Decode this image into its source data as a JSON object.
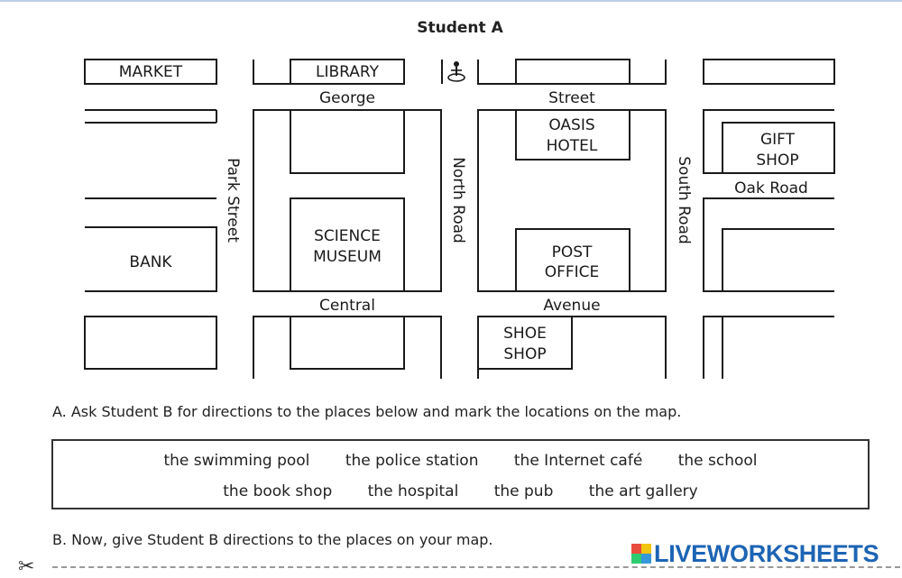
{
  "title": "Student A",
  "map": {
    "streets": {
      "george": "George",
      "street": "Street",
      "central": "Central",
      "avenue": "Avenue",
      "park_street": "Park Street",
      "north_road": "North Road",
      "south_road": "South Road",
      "oak_road": "Oak Road"
    },
    "places": {
      "market": "MARKET",
      "library": "LIBRARY",
      "oasis_line1": "OASIS",
      "oasis_line2": "HOTEL",
      "gift_line1": "GIFT",
      "gift_line2": "SHOP",
      "science_line1": "SCIENCE",
      "science_line2": "MUSEUM",
      "bank": "BANK",
      "post_line1": "POST",
      "post_line2": "OFFICE",
      "shoe_line1": "SHOE",
      "shoe_line2": "SHOP"
    },
    "you_are_here_icon": "person-marker-icon"
  },
  "instruction_a": "A. Ask Student B for directions to the places below and mark the locations on the map.",
  "places_to_find": {
    "row1": [
      "the swimming pool",
      "the police station",
      "the Internet café",
      "the school"
    ],
    "row2": [
      "the book shop",
      "the hospital",
      "the pub",
      "the art gallery"
    ]
  },
  "instruction_b": "B. Now, give Student B directions to the places on your map.",
  "brand": "LIVEWORKSHEETS",
  "cut_icon": "scissors-icon"
}
